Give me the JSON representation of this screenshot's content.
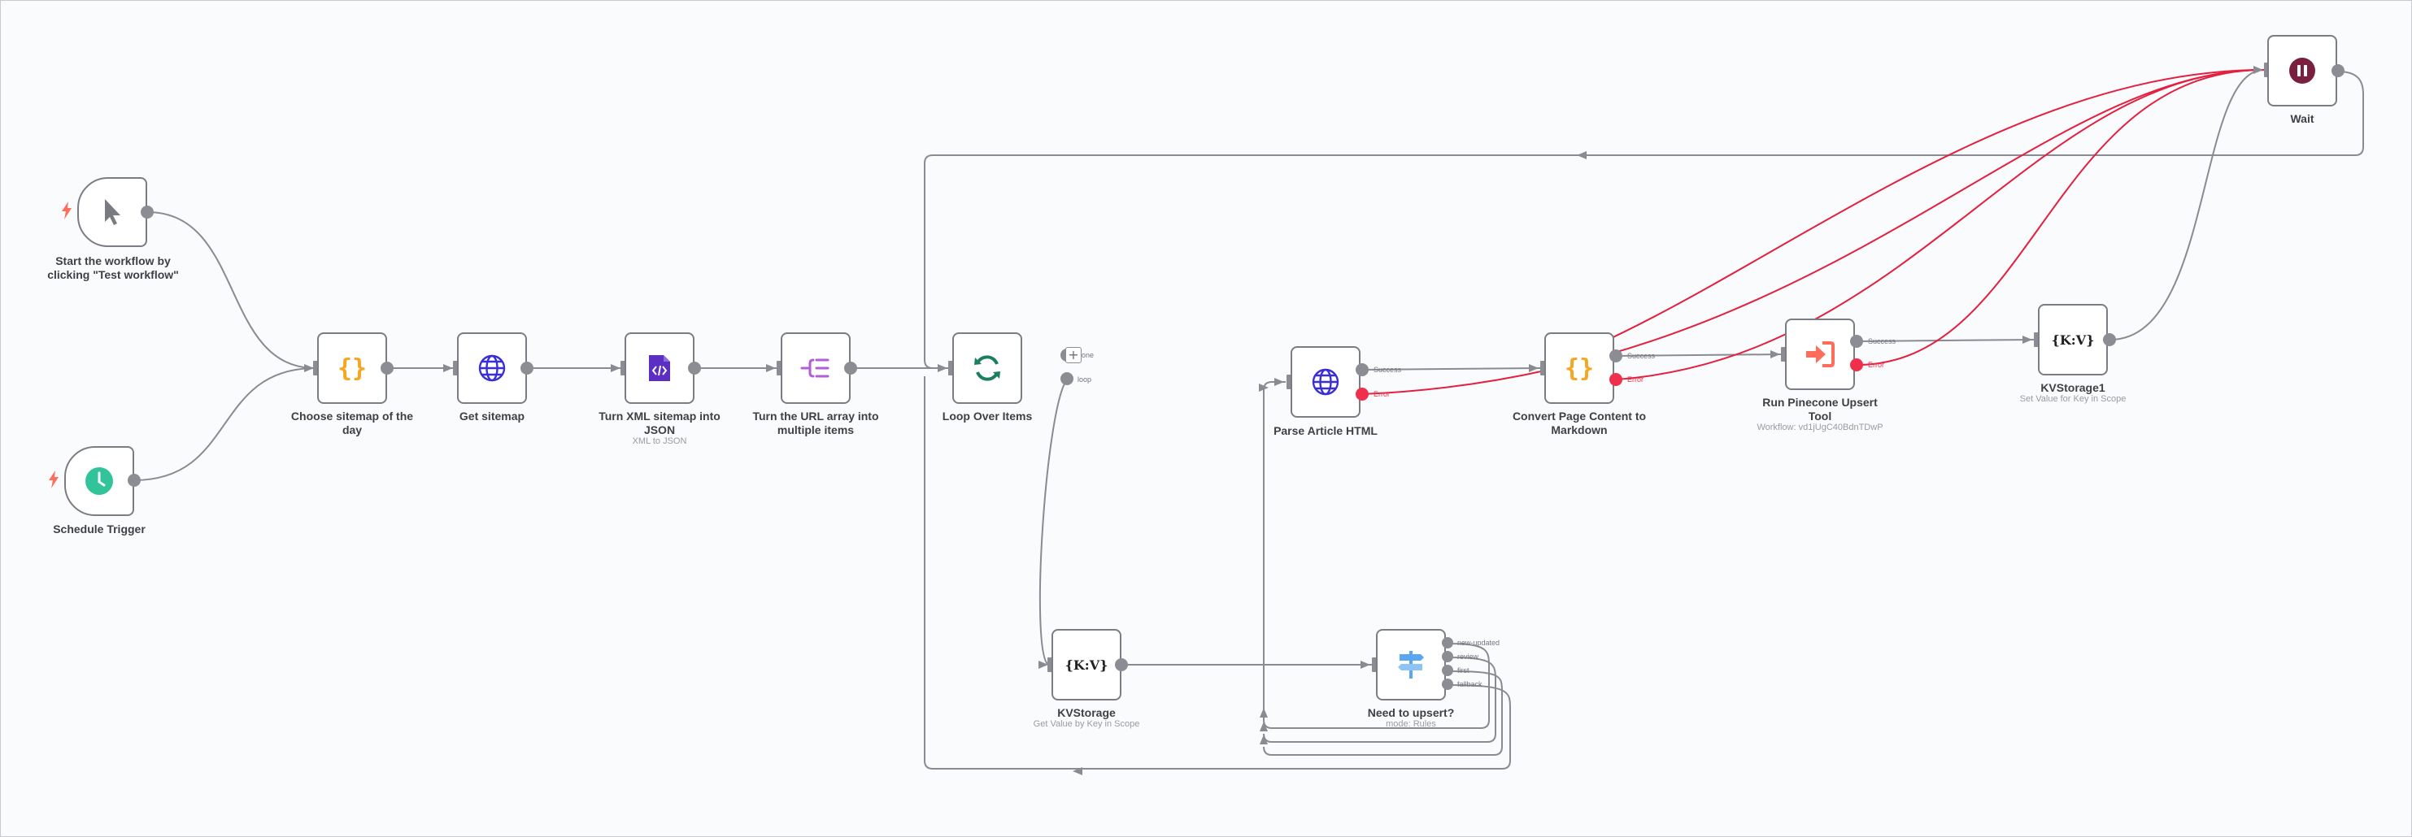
{
  "nodes": {
    "manual_trigger": {
      "label": "Start the workflow by clicking \"Test workflow\""
    },
    "schedule_trigger": {
      "label": "Schedule Trigger"
    },
    "choose_sitemap": {
      "label": "Choose sitemap of the day"
    },
    "get_sitemap": {
      "label": "Get sitemap"
    },
    "xml_to_json": {
      "label": "Turn XML sitemap into JSON",
      "subtitle": "XML to JSON"
    },
    "split_urls": {
      "label": "Turn the URL array into multiple items"
    },
    "loop_items": {
      "label": "Loop Over Items",
      "outputs": [
        "done",
        "loop"
      ]
    },
    "kv_storage": {
      "label": "KVStorage",
      "subtitle": "Get Value by Key in Scope",
      "icon_text": "{K:V}"
    },
    "need_upsert": {
      "label": "Need to upsert?",
      "subtitle": "mode: Rules",
      "outputs": [
        "new-updated",
        "review",
        "first",
        "fallback"
      ]
    },
    "parse_html": {
      "label": "Parse Article HTML",
      "outputs": [
        "Success",
        "Error"
      ]
    },
    "convert_markdown": {
      "label": "Convert Page Content to Markdown",
      "outputs": [
        "Success",
        "Error"
      ]
    },
    "pinecone_upsert": {
      "label": "Run Pinecone Upsert Tool",
      "subtitle": "Workflow: vd1jUgC40BdnTDwP",
      "outputs": [
        "Success",
        "Error"
      ]
    },
    "kv_storage1": {
      "label": "KVStorage1",
      "subtitle": "Set Value for Key in Scope",
      "icon_text": "{K:V}"
    },
    "wait": {
      "label": "Wait"
    }
  },
  "colors": {
    "wire": "#8a8a93",
    "error_wire": "#e3203f",
    "node_border": "#7c7c84",
    "trigger_bolt": "#ff6d5a",
    "code_icon": "#f5a623",
    "http_icon": "#3a2fd6",
    "xml_icon": "#5b2fc4",
    "split_icon": "#b15fd6",
    "loop_icon": "#1a7f5a",
    "schedule_icon": "#31c49a",
    "switch_icon": "#5aa6f0",
    "pinecone_icon": "#ff6d5a",
    "wait_icon": "#7a1f3d"
  },
  "icons": {
    "manual_trigger": "cursor-icon",
    "schedule_trigger": "clock-icon",
    "choose_sitemap": "code-braces-icon",
    "get_sitemap": "globe-icon",
    "xml_to_json": "xml-file-icon",
    "split_urls": "split-icon",
    "loop_items": "loop-arrows-icon",
    "need_upsert": "switch-signpost-icon",
    "parse_html": "globe-icon",
    "convert_markdown": "code-braces-icon",
    "pinecone_upsert": "sign-in-icon",
    "wait": "pause-icon"
  }
}
